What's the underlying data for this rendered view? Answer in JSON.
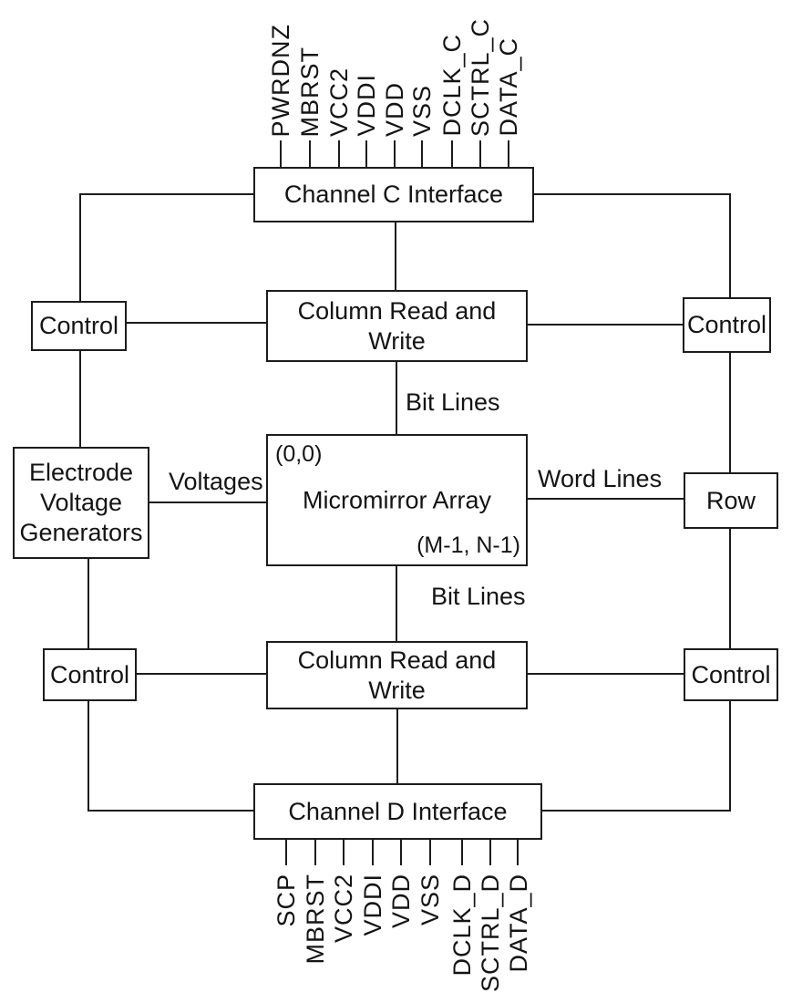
{
  "top_pins": [
    "PWRDNZ",
    "MBRST",
    "VCC2",
    "VDDI",
    "VDD",
    "VSS",
    "DCLK_C",
    "SCTRL_C",
    "DATA_C"
  ],
  "bottom_pins": [
    "SCP",
    "MBRST",
    "VCC2",
    "VDDI",
    "VDD",
    "VSS",
    "DCLK_D",
    "SCTRL_D",
    "DATA_D"
  ],
  "boxes": {
    "channel_c": "Channel C Interface",
    "channel_d": "Channel D Interface",
    "column_rw_line1": "Column Read and",
    "column_rw_line2": "Write",
    "control": "Control",
    "row": "Row",
    "evg_line1": "Electrode",
    "evg_line2": "Voltage",
    "evg_line3": "Generators",
    "micromirror": "Micromirror Array",
    "origin_coord": "(0,0)",
    "end_coord": "(M-1, N-1)"
  },
  "edge_labels": {
    "bit_lines_top": "Bit Lines",
    "bit_lines_bottom": "Bit Lines",
    "voltages": "Voltages",
    "word_lines": "Word Lines"
  },
  "colors": {
    "line": "#1c1c1c",
    "text": "#141414",
    "background": "#ffffff"
  }
}
